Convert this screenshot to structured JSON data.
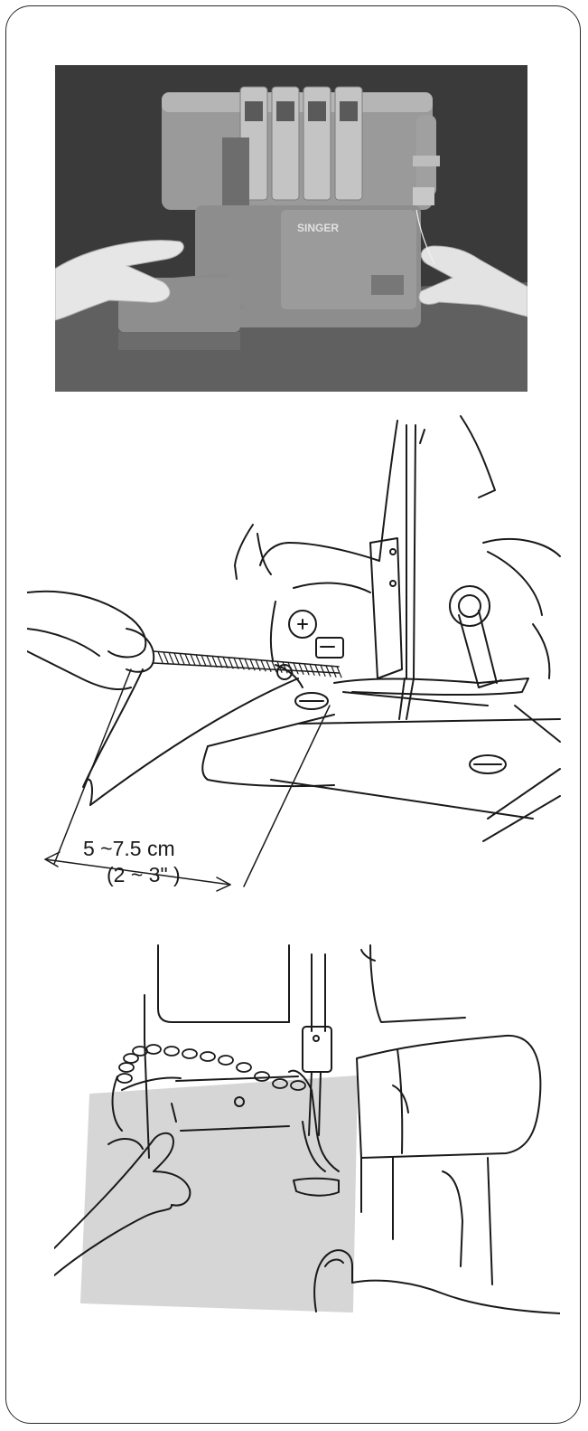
{
  "photo": {
    "brand": "SINGER"
  },
  "measurement": {
    "metric": "5 ~7.5 cm",
    "imperial": "(2 ~ 3\" )"
  }
}
